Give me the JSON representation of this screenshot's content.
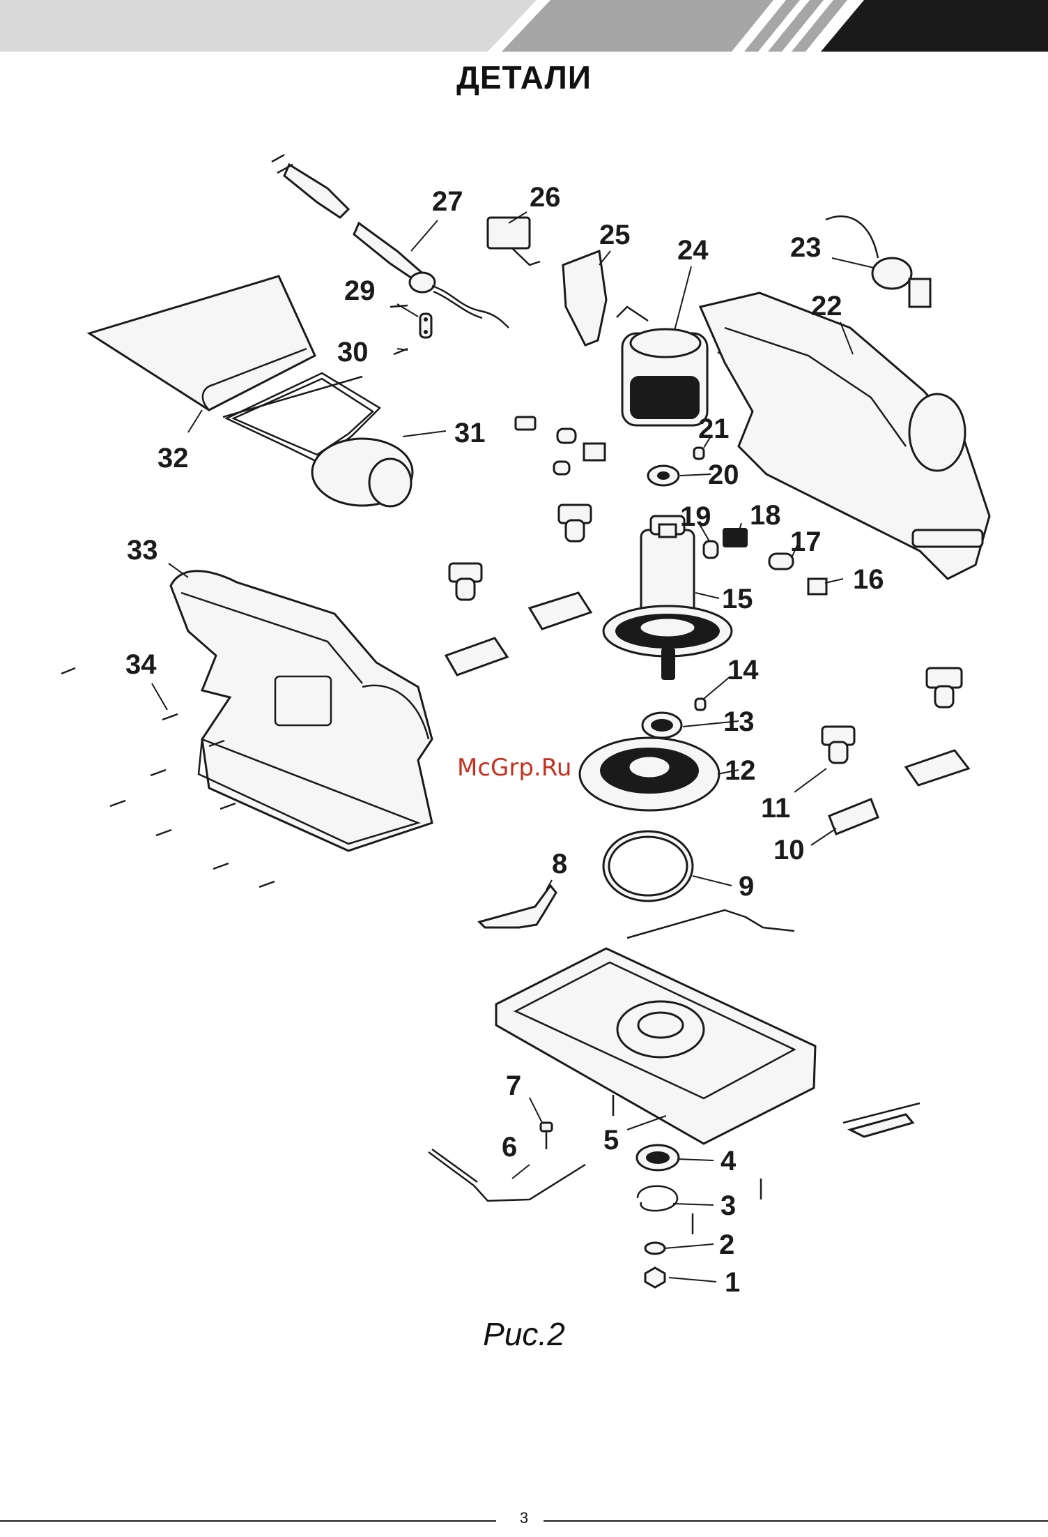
{
  "header": {
    "title": "ДЕТАЛИ"
  },
  "figure": {
    "caption": "Рис.2",
    "watermark": "McGrp.Ru",
    "callouts": [
      "1",
      "2",
      "3",
      "4",
      "5",
      "6",
      "7",
      "8",
      "9",
      "10",
      "11",
      "12",
      "13",
      "14",
      "15",
      "16",
      "17",
      "18",
      "19",
      "20",
      "21",
      "22",
      "23",
      "24",
      "25",
      "26",
      "27",
      "29",
      "30",
      "31",
      "32",
      "33",
      "34"
    ]
  },
  "footer": {
    "page_number": "3"
  },
  "colors": {
    "header_light": "#d9d9d9",
    "header_mid": "#a6a6a6",
    "header_dark": "#1a1a1a",
    "watermark": "#c7301f"
  }
}
